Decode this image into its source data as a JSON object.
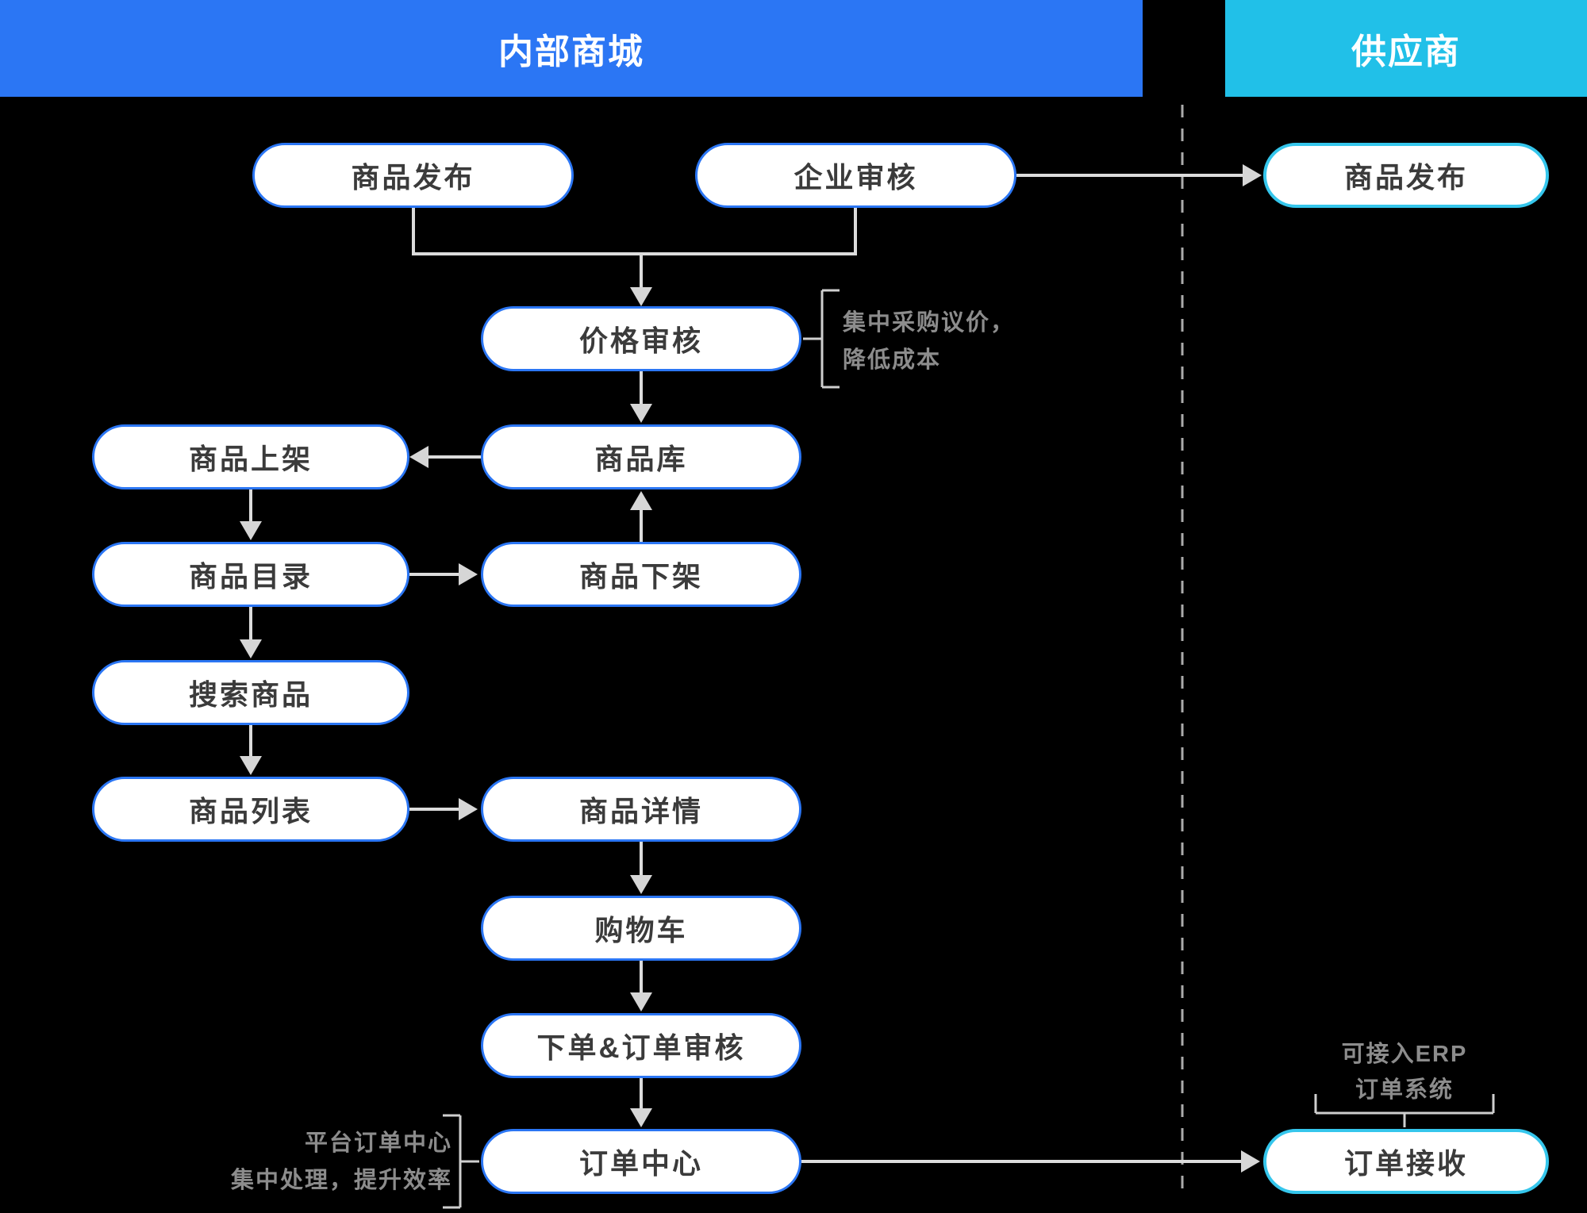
{
  "headers": {
    "internal": "内部商城",
    "supplier": "供应商"
  },
  "nodes": {
    "publish_internal": {
      "label": "商品发布"
    },
    "enterprise_review": {
      "label": "企业审核"
    },
    "publish_supplier": {
      "label": "商品发布"
    },
    "price_review": {
      "label": "价格审核"
    },
    "product_listing": {
      "label": "商品上架"
    },
    "product_library": {
      "label": "商品库"
    },
    "product_catalog": {
      "label": "商品目录"
    },
    "product_delist": {
      "label": "商品下架"
    },
    "search_products": {
      "label": "搜索商品"
    },
    "product_list": {
      "label": "商品列表"
    },
    "product_detail": {
      "label": "商品详情"
    },
    "shopping_cart": {
      "label": "购物车"
    },
    "order_place_review": {
      "label": "下单&订单审核"
    },
    "order_center": {
      "label": "订单中心"
    },
    "order_receive": {
      "label": "订单接收"
    }
  },
  "notes": {
    "price": {
      "line1": "集中采购议价，",
      "line2": "降低成本"
    },
    "order_center": {
      "line1": "平台订单中心",
      "line2": "集中处理，提升效率"
    },
    "erp": {
      "line1": "可接入ERP",
      "line2": "订单系统"
    }
  },
  "colors": {
    "background": "#000000",
    "internal_accent": "#2B76F4",
    "supplier_accent": "#21C0E8",
    "node_fill": "#FFFFFF",
    "node_text": "#3B3B3B",
    "connector": "#DCDCDC",
    "divider": "#ABABAB",
    "note_text": "#8C8C8C"
  }
}
